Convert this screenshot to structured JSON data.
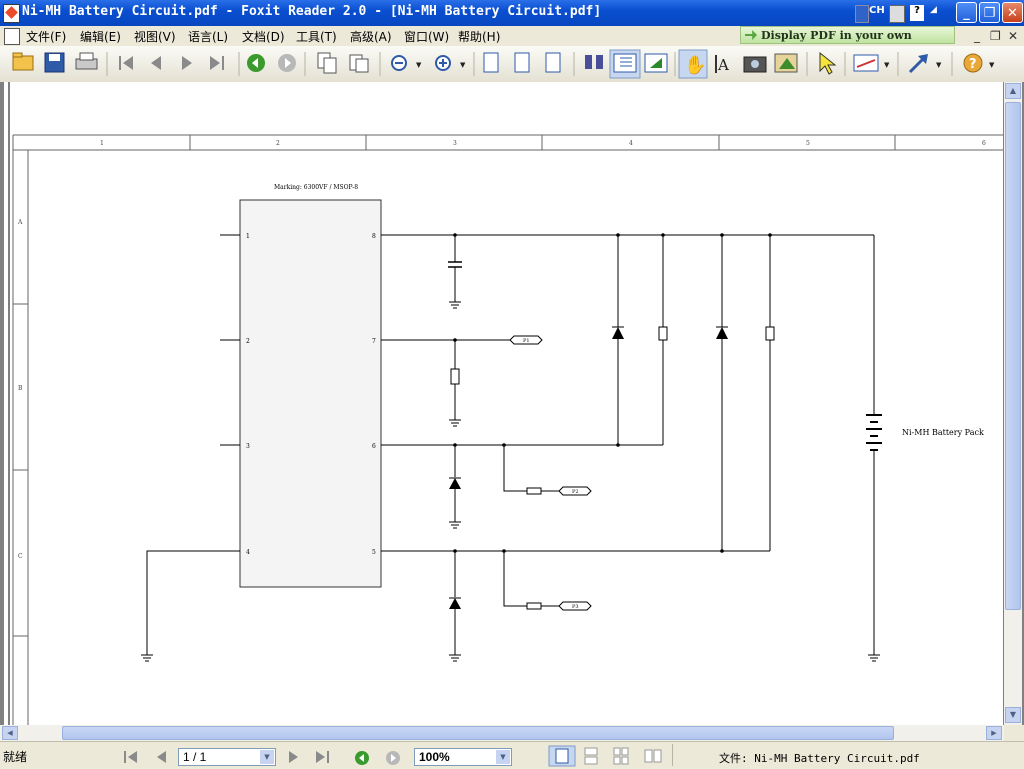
{
  "window": {
    "title": "Ni-MH Battery Circuit.pdf - Foxit Reader 2.0 - [Ni-MH Battery Circuit.pdf]"
  },
  "ime": {
    "lang": "CH"
  },
  "menu": [
    {
      "label": "文件(F)"
    },
    {
      "label": "编辑(E)"
    },
    {
      "label": "视图(V)"
    },
    {
      "label": "语言(L)"
    },
    {
      "label": "文档(D)"
    },
    {
      "label": "工具(T)"
    },
    {
      "label": "高级(A)"
    },
    {
      "label": "窗口(W)"
    },
    {
      "label": "帮助(H)"
    }
  ],
  "promo": {
    "label": "Display PDF in your own applications"
  },
  "schematic": {
    "ic_marking": "Marking: 6300VF / MSOP-8",
    "battery_label": "Ni-MH Battery Pack",
    "pins": [
      "1",
      "2",
      "3",
      "4",
      "8",
      "7",
      "6",
      "5"
    ],
    "cols": [
      "1",
      "2",
      "3",
      "4",
      "5",
      "6"
    ],
    "rows": [
      "A",
      "B",
      "C"
    ],
    "ports": [
      "P1",
      "P2",
      "P3"
    ]
  },
  "status": {
    "ready": "就绪",
    "page": "1 / 1",
    "zoom": "100%",
    "file": "文件: Ni-MH Battery Circuit.pdf"
  },
  "colors": {
    "titlebar": "#0a4fd0",
    "chrome": "#ece9d8",
    "doc_bg": "#808080",
    "scroll": "#f1f0ea"
  }
}
